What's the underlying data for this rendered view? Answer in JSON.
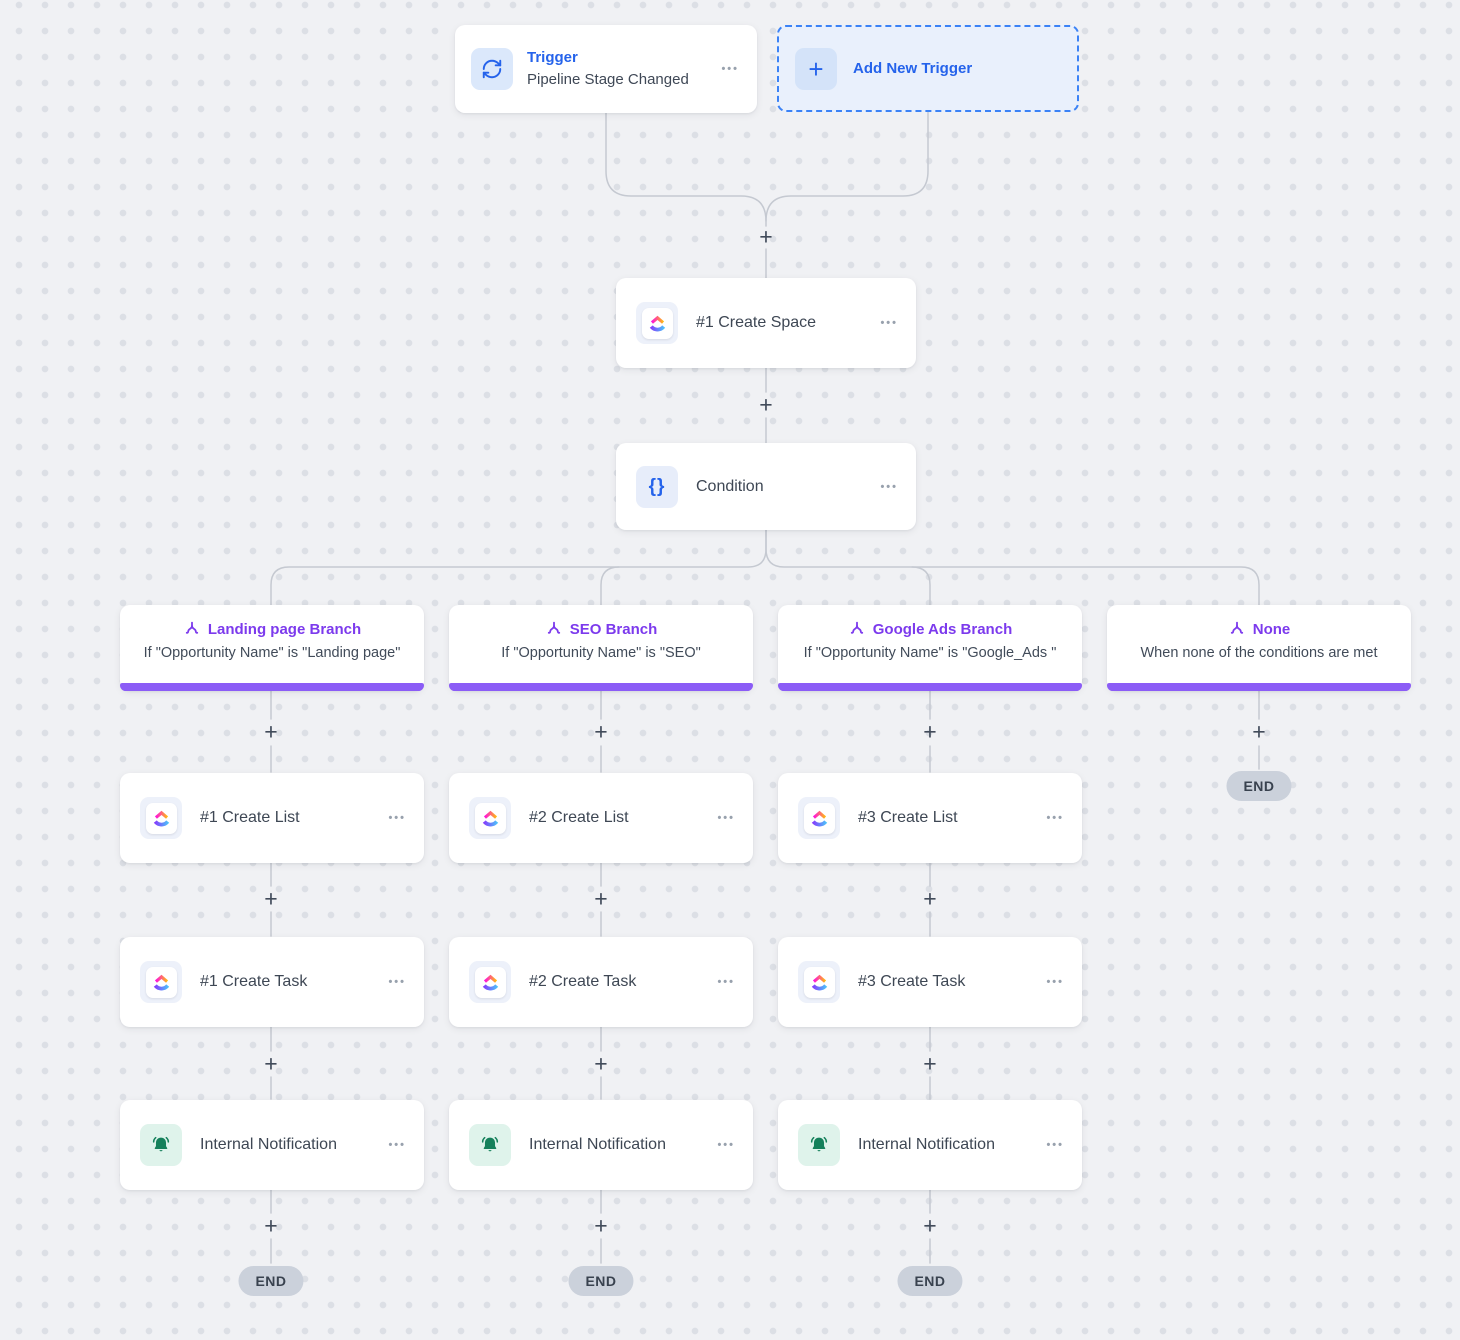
{
  "glyphs": {
    "plus": "+",
    "menu": "•••",
    "condition_braces": "{}"
  },
  "colors": {
    "canvas_bg": "#F0F1F4",
    "connector_gray": "#C5C9D1",
    "accent_blue": "#2563EB",
    "accent_purple": "#7C3AED",
    "branch_bar_purple": "#8B5CF6",
    "bell_green": "#15805B",
    "end_badge_gray": "#CBD1DB"
  },
  "trigger_card": {
    "title": "Trigger",
    "subtitle": "Pipeline Stage Changed"
  },
  "add_new_trigger": {
    "label": "Add New Trigger"
  },
  "main_nodes": {
    "create_space": {
      "label": "#1 Create Space"
    },
    "condition": {
      "label": "Condition"
    }
  },
  "branches": [
    {
      "title": "Landing page Branch",
      "subtitle": "If \"Opportunity Name\" is \"Landing page\""
    },
    {
      "title": "SEO Branch",
      "subtitle": "If \"Opportunity Name\" is \"SEO\""
    },
    {
      "title": "Google Ads Branch",
      "subtitle": "If \"Opportunity Name\" is \"Google_Ads \""
    },
    {
      "title": "None",
      "subtitle": "When none of the conditions are met"
    }
  ],
  "columns": [
    {
      "steps": [
        {
          "label": "#1 Create List"
        },
        {
          "label": "#1 Create Task"
        },
        {
          "label": "Internal Notification"
        }
      ],
      "end_label": "END"
    },
    {
      "steps": [
        {
          "label": "#2 Create List"
        },
        {
          "label": "#2 Create Task"
        },
        {
          "label": "Internal Notification"
        }
      ],
      "end_label": "END"
    },
    {
      "steps": [
        {
          "label": "#3 Create List"
        },
        {
          "label": "#3 Create Task"
        },
        {
          "label": "Internal Notification"
        }
      ],
      "end_label": "END"
    },
    {
      "steps": [],
      "end_label": "END"
    }
  ]
}
